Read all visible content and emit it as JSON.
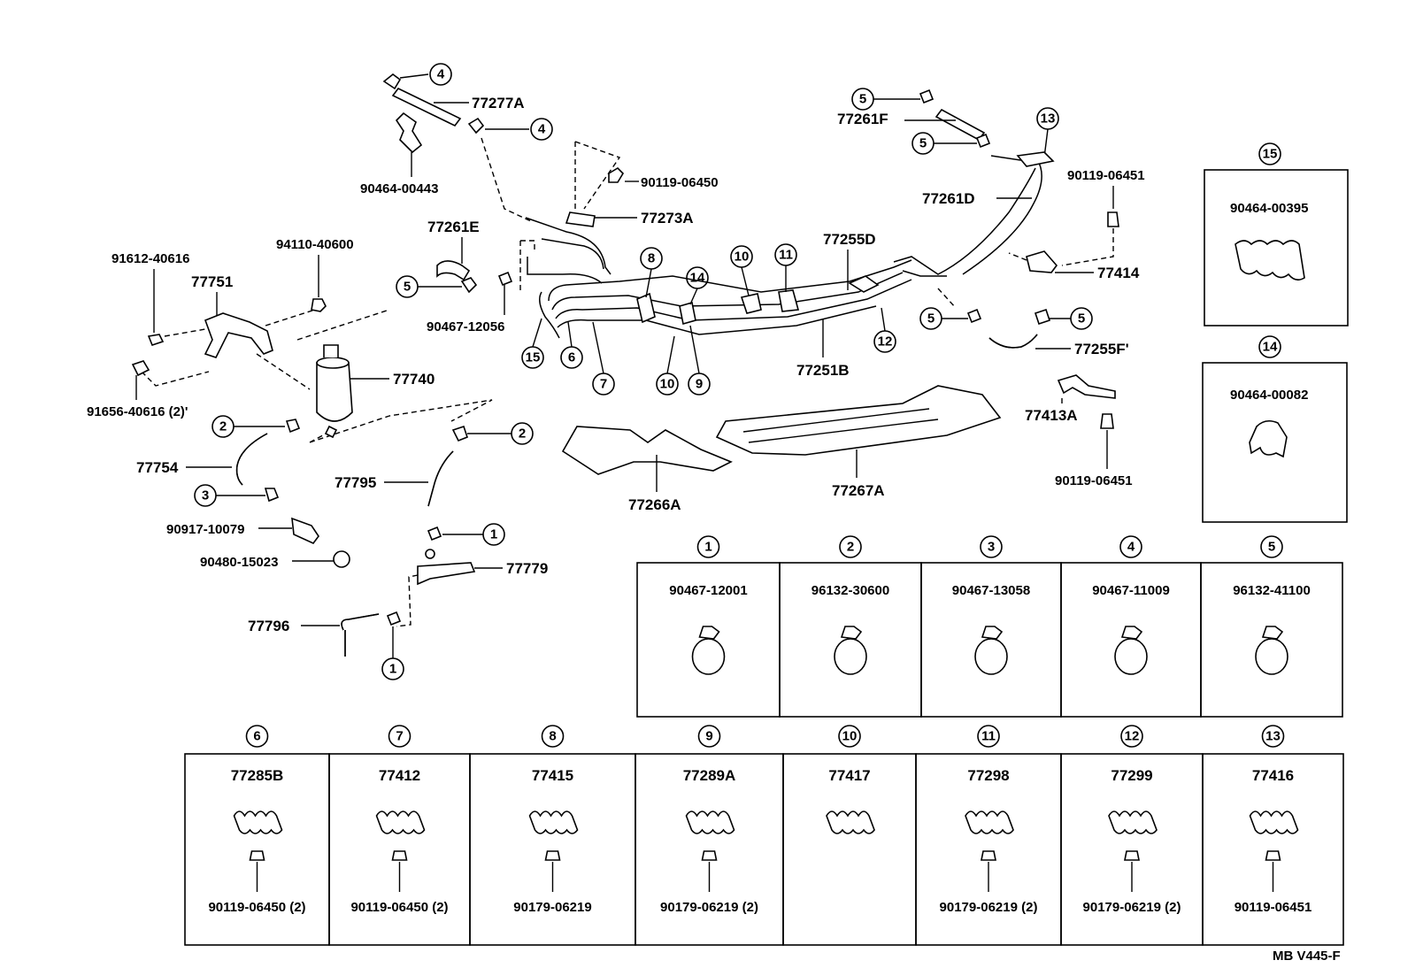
{
  "diagram_code": "MB V445-F",
  "callouts": {
    "c1a": "1",
    "c1b": "1",
    "c2a": "2",
    "c2b": "2",
    "c3": "3",
    "c4a": "4",
    "c4b": "4",
    "c5a": "5",
    "c5b": "5",
    "c5c": "5",
    "c5d": "5",
    "c5e": "5",
    "c6": "6",
    "c7": "7",
    "c8": "8",
    "c9": "9",
    "c10a": "10",
    "c10b": "10",
    "c11": "11",
    "c12": "12",
    "c13": "13",
    "c14": "14",
    "c15": "15"
  },
  "parts": {
    "p77277A": "77277A",
    "p90464_00443": "90464-00443",
    "p90119_06450": "90119-06450",
    "p77273A": "77273A",
    "p77261E": "77261E",
    "p94110_40600": "94110-40600",
    "p91612_40616": "91612-40616",
    "p77751": "77751",
    "p90467_12056": "90467-12056",
    "p77740": "77740",
    "p91656_40616": "91656-40616 (2)'",
    "p77754": "77754",
    "p90917_10079": "90917-10079",
    "p90480_15023": "90480-15023",
    "p77795": "77795",
    "p77779": "77779",
    "p77796": "77796",
    "p77266A": "77266A",
    "p77267A": "77267A",
    "p77255D": "77255D",
    "p77251B": "77251B",
    "p77261F": "77261F",
    "p77261D": "77261D",
    "p90119_06451a": "90119-06451",
    "p77414": "77414",
    "p77255F": "77255F'",
    "p77413A": "77413A",
    "p90119_06451b": "90119-06451"
  },
  "boxes": {
    "b15": {
      "num": "15",
      "part": "90464-00395"
    },
    "b14": {
      "num": "14",
      "part": "90464-00082"
    },
    "clamps": [
      {
        "num": "1",
        "part": "90467-12001"
      },
      {
        "num": "2",
        "part": "96132-30600"
      },
      {
        "num": "3",
        "part": "90467-13058"
      },
      {
        "num": "4",
        "part": "90467-11009"
      },
      {
        "num": "5",
        "part": "96132-41100"
      }
    ],
    "clips": [
      {
        "num": "6",
        "part": "77285B",
        "bolt": "90119-06450 (2)"
      },
      {
        "num": "7",
        "part": "77412",
        "bolt": "90119-06450 (2)"
      },
      {
        "num": "8",
        "part": "77415",
        "bolt": "90179-06219"
      },
      {
        "num": "9",
        "part": "77289A",
        "bolt": "90179-06219 (2)"
      },
      {
        "num": "10",
        "part": "77417",
        "bolt": ""
      },
      {
        "num": "11",
        "part": "77298",
        "bolt": "90179-06219 (2)"
      },
      {
        "num": "12",
        "part": "77299",
        "bolt": "90179-06219 (2)"
      },
      {
        "num": "13",
        "part": "77416",
        "bolt": "90119-06451"
      }
    ]
  }
}
